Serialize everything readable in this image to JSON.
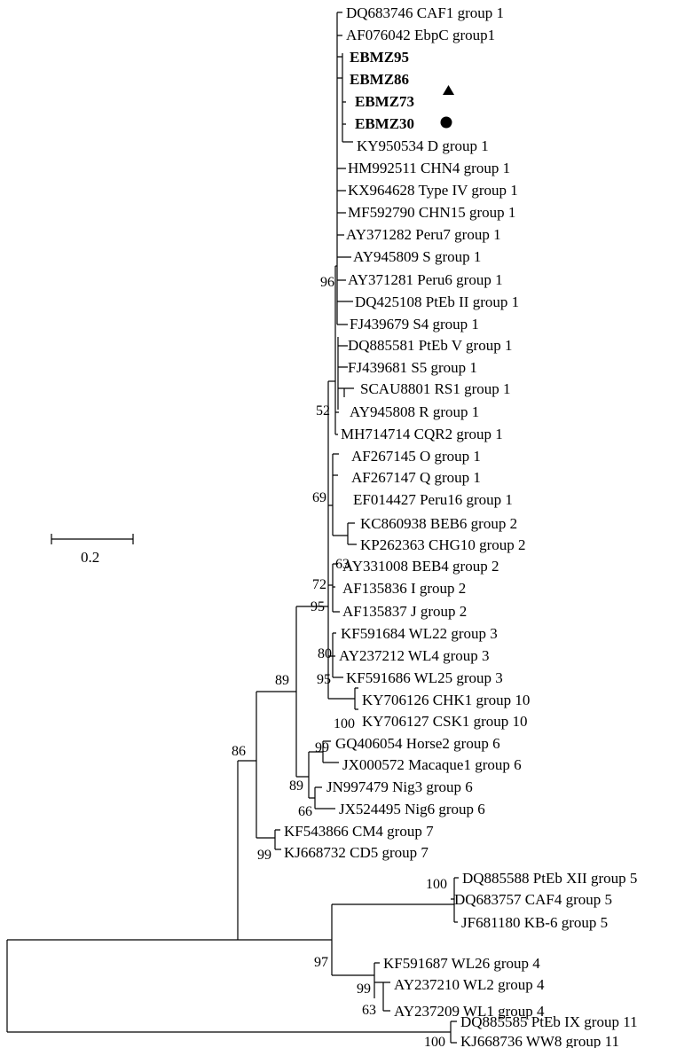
{
  "leaves": [
    {
      "id": "L1",
      "label": "DQ683746 CAF1 group 1"
    },
    {
      "id": "L2",
      "label": "AF076042 EbpC group1"
    },
    {
      "id": "L3",
      "label": "EBMZ95",
      "bold": true
    },
    {
      "id": "L4",
      "label": "EBMZ86",
      "bold": true
    },
    {
      "id": "L5",
      "label": "EBMZ73",
      "bold": true,
      "marker": "triangle"
    },
    {
      "id": "L6",
      "label": "EBMZ30",
      "bold": true,
      "marker": "circle"
    },
    {
      "id": "L7",
      "label": "KY950534 D group 1"
    },
    {
      "id": "L8",
      "label": "HM992511 CHN4 group 1"
    },
    {
      "id": "L9",
      "label": "KX964628 Type IV group 1"
    },
    {
      "id": "L10",
      "label": "MF592790 CHN15 group 1"
    },
    {
      "id": "L11",
      "label": "AY371282 Peru7 group 1"
    },
    {
      "id": "L12",
      "label": "AY945809 S group 1"
    },
    {
      "id": "L13",
      "label": "AY371281 Peru6 group 1"
    },
    {
      "id": "L14",
      "label": "DQ425108 PtEb II group 1"
    },
    {
      "id": "L15",
      "label": "FJ439679 S4 group 1"
    },
    {
      "id": "L16",
      "label": "DQ885581 PtEb V group 1"
    },
    {
      "id": "L17",
      "label": "FJ439681 S5 group 1"
    },
    {
      "id": "L18",
      "label": "SCAU8801 RS1 group 1"
    },
    {
      "id": "L19",
      "label": "AY945808 R group 1"
    },
    {
      "id": "L20",
      "label": "MH714714 CQR2 group 1"
    },
    {
      "id": "L21",
      "label": "AF267145 O group 1"
    },
    {
      "id": "L22",
      "label": "AF267147 Q group 1"
    },
    {
      "id": "L23",
      "label": "EF014427 Peru16 group 1"
    },
    {
      "id": "L24",
      "label": "KC860938 BEB6 group 2"
    },
    {
      "id": "L25",
      "label": "KP262363 CHG10 group 2"
    },
    {
      "id": "L26",
      "label": "AY331008 BEB4 group 2"
    },
    {
      "id": "L27",
      "label": "AF135836 I group 2"
    },
    {
      "id": "L28",
      "label": "AF135837 J group 2"
    },
    {
      "id": "L29",
      "label": "KF591684 WL22 group 3"
    },
    {
      "id": "L30",
      "label": "AY237212 WL4 group 3"
    },
    {
      "id": "L31",
      "label": "KF591686 WL25 group 3"
    },
    {
      "id": "L32",
      "label": "KY706126 CHK1 group 10"
    },
    {
      "id": "L33",
      "label": "KY706127 CSK1 group 10"
    },
    {
      "id": "L34",
      "label": "GQ406054 Horse2 group 6"
    },
    {
      "id": "L35",
      "label": "JX000572 Macaque1 group 6"
    },
    {
      "id": "L36",
      "label": "JN997479 Nig3 group 6"
    },
    {
      "id": "L37",
      "label": "JX524495 Nig6 group 6"
    },
    {
      "id": "L38",
      "label": "KF543866 CM4 group 7"
    },
    {
      "id": "L39",
      "label": "KJ668732 CD5 group 7"
    },
    {
      "id": "L40",
      "label": "DQ885588 PtEb XII group 5"
    },
    {
      "id": "L41",
      "label": "DQ683757 CAF4 group 5"
    },
    {
      "id": "L42",
      "label": "JF681180 KB-6 group 5"
    },
    {
      "id": "L43",
      "label": "KF591687 WL26 group 4"
    },
    {
      "id": "L44",
      "label": "AY237210 WL2 group 4"
    },
    {
      "id": "L45",
      "label": "AY237209 WL1 group 4"
    },
    {
      "id": "L46",
      "label": "DQ885585 PtEb IX group 11"
    },
    {
      "id": "L47",
      "label": "KJ668736 WW8 group 11"
    }
  ],
  "bootstrap": [
    {
      "id": "b96",
      "value": "96"
    },
    {
      "id": "b52",
      "value": "52"
    },
    {
      "id": "b69",
      "value": "69"
    },
    {
      "id": "b63a",
      "value": "63"
    },
    {
      "id": "b72",
      "value": "72"
    },
    {
      "id": "b95a",
      "value": "95"
    },
    {
      "id": "b80",
      "value": "80"
    },
    {
      "id": "b95b",
      "value": "95"
    },
    {
      "id": "b89a",
      "value": "89"
    },
    {
      "id": "b100a",
      "value": "100"
    },
    {
      "id": "b99a",
      "value": "99"
    },
    {
      "id": "b89b",
      "value": "89"
    },
    {
      "id": "b66",
      "value": "66"
    },
    {
      "id": "b86",
      "value": "86"
    },
    {
      "id": "b99b",
      "value": "99"
    },
    {
      "id": "b100b",
      "value": "100"
    },
    {
      "id": "b97",
      "value": "97"
    },
    {
      "id": "b99c",
      "value": "99"
    },
    {
      "id": "b63b",
      "value": "63"
    },
    {
      "id": "b100c",
      "value": "100"
    }
  ],
  "scale_bar": {
    "label": "0.2"
  }
}
